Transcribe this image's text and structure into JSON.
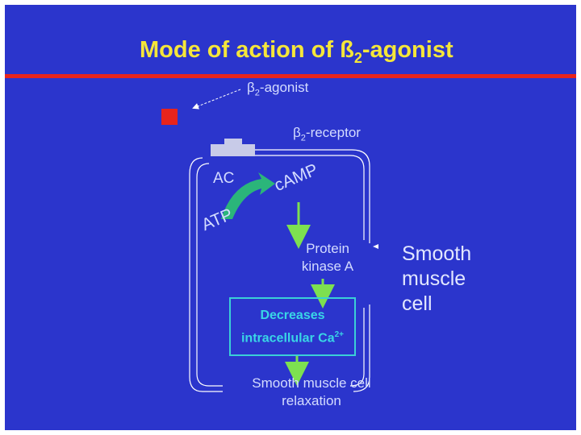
{
  "title": {
    "main": "Mode of action of ß",
    "sub": "2",
    "rest": "-agonist"
  },
  "labels": {
    "agonist": {
      "prefix": "β",
      "sub": "2",
      "rest": "-agonist"
    },
    "receptor": {
      "prefix": "β",
      "sub": "2",
      "rest": "-receptor"
    },
    "ac": "AC",
    "camp": "cAMP",
    "atp": "ATP",
    "pka_line1": "Protein",
    "pka_line2": "kinase A",
    "decreases_line1": "Decreases",
    "decreases_line2": "intracellular Ca",
    "decreases_sup": "2+",
    "relax_line1": "Smooth muscle cell",
    "relax_line2": "relaxation",
    "cell_line1": "Smooth",
    "cell_line2": "muscle",
    "cell_line3": "cell"
  },
  "colors": {
    "background": "#2b35cc",
    "title": "#f5e63a",
    "title_rule": "#e8241c",
    "agonist_square": "#e8241c",
    "arrow_green": "#7de050",
    "curved_arrow": "#2bb57a",
    "box_border": "#3ad0d6",
    "box_text": "#39d6e6"
  },
  "icons": {
    "agonist": "red-square",
    "receptor": "receptor-block",
    "cell": "cell-membrane-outline"
  }
}
